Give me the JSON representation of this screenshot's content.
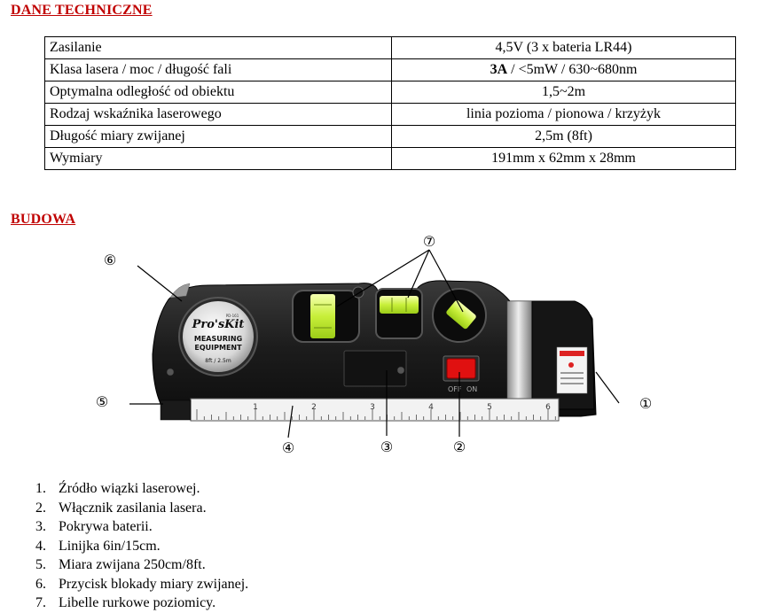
{
  "headings": {
    "specs": "DANE TECHNICZNE",
    "structure": "BUDOWA"
  },
  "specs": [
    {
      "label": "Zasilanie",
      "value": "4,5V (3 x bateria LR44)"
    },
    {
      "label": "Klasa lasera / moc / długość fali",
      "value_bold": "3A",
      "value": " / <5mW / 630~680nm"
    },
    {
      "label": "Optymalna odległość od obiektu",
      "value": "1,5~2m"
    },
    {
      "label": "Rodzaj wskaźnika laserowego",
      "value": "linia pozioma / pionowa / krzyżyk"
    },
    {
      "label": "Długość miary zwijanej",
      "value": "2,5m (8ft)"
    },
    {
      "label": "Wymiary",
      "value": "191mm x 62mm x 28mm"
    }
  ],
  "device": {
    "brand": "Pro'sKit",
    "model": "PD-161",
    "label_line1": "MEASURING",
    "label_line2": "EQUIPMENT",
    "label_line3": "8ft / 2.5m",
    "switch_off": "OFF",
    "switch_on": "ON",
    "ruler_ticks": [
      "1",
      "2",
      "3",
      "4",
      "5",
      "6"
    ]
  },
  "callouts": [
    "①",
    "②",
    "③",
    "④",
    "⑤",
    "⑥",
    "⑦"
  ],
  "legend": [
    {
      "num": "1.",
      "text": "Źródło wiązki laserowej."
    },
    {
      "num": "2.",
      "text": "Włącznik zasilania lasera."
    },
    {
      "num": "3.",
      "text": "Pokrywa baterii."
    },
    {
      "num": "4.",
      "text": "Linijka 6in/15cm."
    },
    {
      "num": "5.",
      "text": "Miara zwijana 250cm/8ft."
    },
    {
      "num": "6.",
      "text": "Przycisk blokady miary zwijanej."
    },
    {
      "num": "7.",
      "text": "Libelle rurkowe poziomicy."
    }
  ]
}
